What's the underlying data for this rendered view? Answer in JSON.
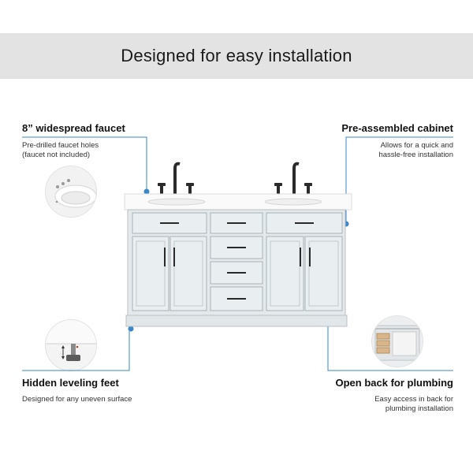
{
  "header": {
    "title": "Designed for easy installation"
  },
  "callouts": {
    "faucet": {
      "title": "8” widespread faucet",
      "desc": "Pre-drilled faucet holes\n(faucet not included)"
    },
    "cabinet": {
      "title": "Pre-assembled cabinet",
      "desc": "Allows for  a quick and\nhassle-free installation"
    },
    "feet": {
      "title": "Hidden leveling feet",
      "desc": "Designed for any uneven surface"
    },
    "plumbing": {
      "title": "Open back for plumbing",
      "desc": "Easy access in back for\nplumbing installation"
    }
  },
  "colors": {
    "accent": "#3a86c8",
    "cabinet": "#e4e9ec",
    "countertop": "#fafafa",
    "hardware": "#2a2a2a"
  },
  "icons": {
    "faucet_detail": "sink-detail-icon",
    "feet_detail": "leveling-foot-icon",
    "plumbing_detail": "cabinet-back-icon"
  }
}
